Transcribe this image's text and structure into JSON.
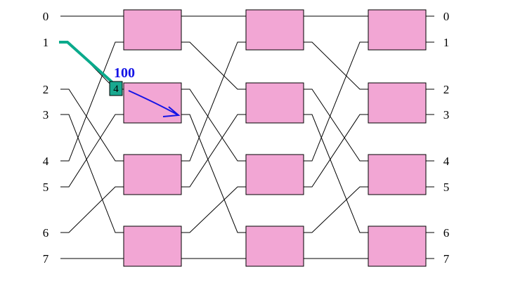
{
  "left_labels": [
    "0",
    "1",
    "2",
    "3",
    "4",
    "5",
    "6",
    "7"
  ],
  "right_labels": [
    "0",
    "1",
    "2",
    "3",
    "4",
    "5",
    "6",
    "7"
  ],
  "packet": {
    "tag": "4",
    "address": "100"
  },
  "colors": {
    "switch_fill": "#f2a6d4",
    "line": "#000000",
    "path": "#0aaa8c",
    "arrow": "#1414e6"
  }
}
